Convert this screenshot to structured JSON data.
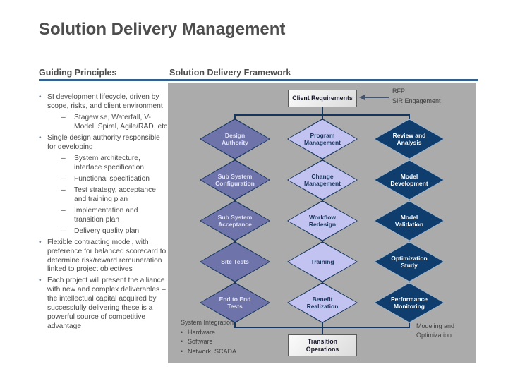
{
  "slide": {
    "title": "Solution Delivery Management"
  },
  "left_panel": {
    "heading": "Guiding Principles",
    "bullet_char": "•",
    "dash_char": "–",
    "items": [
      {
        "level": 1,
        "text": "SI development lifecycle, driven by scope, risks, and client environment"
      },
      {
        "level": 2,
        "text": "Stagewise, Waterfall, V-Model, Spiral, Agile/RAD, etc"
      },
      {
        "level": 1,
        "text": "Single design authority responsible for developing"
      },
      {
        "level": 2,
        "text": "System architecture, interface specification"
      },
      {
        "level": 2,
        "text": "Functional specification"
      },
      {
        "level": 2,
        "text": "Test strategy, acceptance and training plan"
      },
      {
        "level": 2,
        "text": "Implementation and transition plan"
      },
      {
        "level": 2,
        "text": "Delivery quality plan"
      },
      {
        "level": 1,
        "text": "Flexible contracting model, with preference for balanced scorecard to determine risk/reward remuneration linked to project objectives"
      },
      {
        "level": 1,
        "text": "Each project will present the alliance with new and complex deliverables – the intellectual capital acquired by successfully delivering these is a powerful source of competitive advantage"
      }
    ]
  },
  "framework": {
    "heading": "Solution Delivery Framework",
    "top_box": "Client Requirements",
    "bottom_box": "Transition Operations",
    "input_annotation": {
      "line1": "RFP",
      "line2": "SIR Engagement"
    },
    "columns": [
      {
        "name": "system-integration",
        "items": [
          "Design Authority",
          "Sub System Configuration",
          "Sub System Acceptance",
          "Site Tests",
          "End to End Tests"
        ]
      },
      {
        "name": "program-management",
        "items": [
          "Program Management",
          "Change Management",
          "Workflow Redesign",
          "Training",
          "Benefit Realization"
        ]
      },
      {
        "name": "modeling-optimization",
        "items": [
          "Review and Analysis",
          "Model Development",
          "Model Validation",
          "Optimization Study",
          "Performance Monitoring"
        ]
      }
    ],
    "bottom_left_note": {
      "title": "System Integration",
      "bullet_char": "•",
      "items": [
        "Hardware",
        "Software",
        "Network, SCADA"
      ]
    },
    "bottom_right_note": "Modeling and Optimization",
    "colors": {
      "panel_bg": "#ababab",
      "accent_rule": "#325f8c",
      "connector_line": "#17365d",
      "left_diamond_fill": "#6e73aa",
      "mid_diamond_fill": "#c2c3f0",
      "right_diamond_fill": "#0e3d6e",
      "box_fill": "#e8e8e8"
    }
  }
}
